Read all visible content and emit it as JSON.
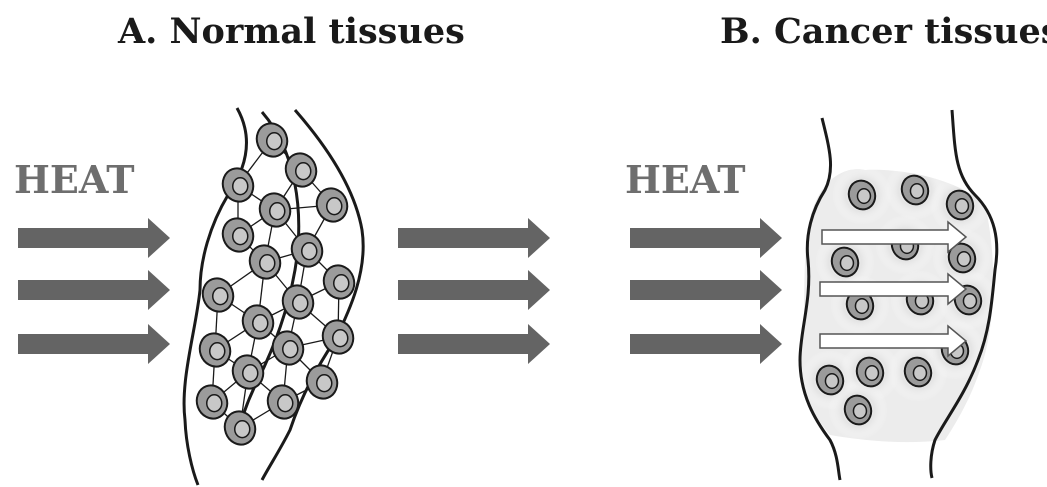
{
  "panels": [
    {
      "title": "A. Normal tissues",
      "input_label": "HEAT",
      "tissue": "normal"
    },
    {
      "title": "B. Cancer tissues",
      "input_label": "HEAT",
      "tissue": "cancer"
    }
  ],
  "colors": {
    "arrow": "#646464",
    "cell_fill": "#9b9b9b",
    "cell_nucleus": "#c8c8c8",
    "outline": "#1a1a1a",
    "heat_text": "#6e6e6e",
    "inner_arrow_fill": "#ffffff"
  },
  "icons": {
    "arrow": "right-arrow-icon",
    "cell": "cell-icon"
  }
}
